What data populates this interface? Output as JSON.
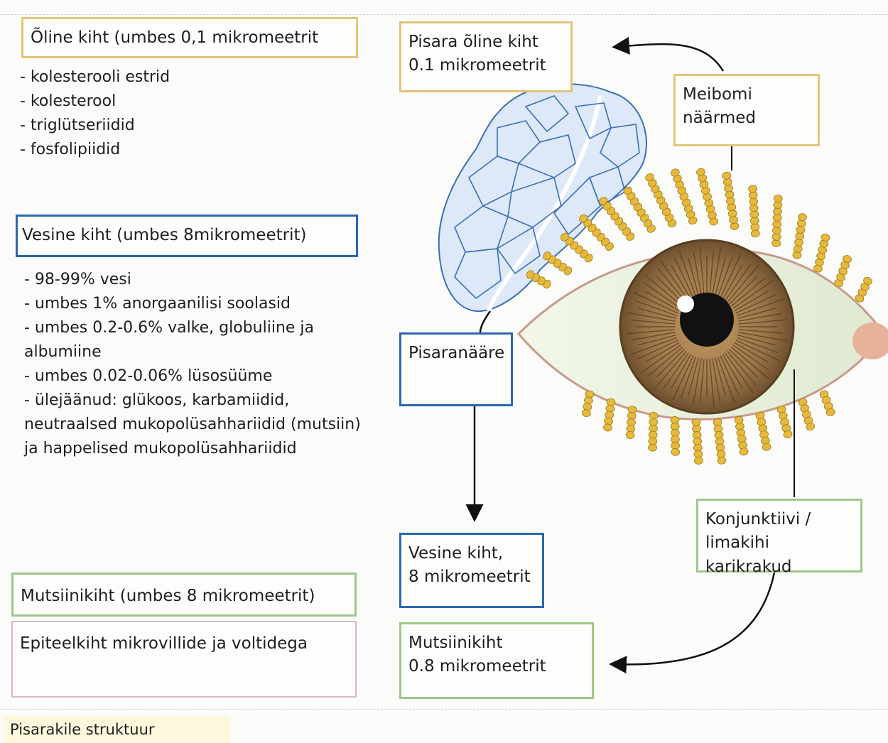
{
  "left": {
    "lipid_heading": "Õline kiht (umbes 0,1 mikromeetrit",
    "lipid_items": [
      "- kolesterooli estrid",
      "- kolesterool",
      "- triglütseriidid",
      "- fosfolipiidid"
    ],
    "aqueous_heading": "Vesine kiht (umbes 8mikromeetrit)",
    "aqueous_items": [
      "- 98-99% vesi",
      "- umbes 1% anorgaanilisi soolasid",
      "- umbes 0.2-0.6% valke, globuliine ja",
      "albumiine",
      "- umbes 0.02-0.06% lüsosüüme",
      "- ülejäänud: glükoos, karbamiidid,",
      "neutraalsed mukopolüsahhariidid (mutsiin)",
      "ja happelised mukopolüsahhariidid"
    ],
    "mucin_heading": "Mutsiinikiht (umbes 8  mikromeetrit)",
    "epithelium_heading": "Epiteelkiht mikrovillide ja voltidega"
  },
  "diagram": {
    "tear_lipid_label": [
      "Pisara õline kiht",
      "0.1 mikromeetrit"
    ],
    "meibomian_label": [
      "Meibomi",
      "näärmed"
    ],
    "lacrimal_label": "Pisaranääre",
    "aqueous_label": [
      "Vesine kiht,",
      "8 mikromeetrit"
    ],
    "mucin_label": [
      "Mutsiinikiht",
      "0.8 mikromeetrit"
    ],
    "conjunctiva_label": [
      "Konjunktiivi /",
      "limakihi karikrakud"
    ]
  },
  "caption": "Pisarakile struktuur",
  "colors": {
    "lipid_border": "#e2c57a",
    "aqueous_border": "#2b67b0",
    "mucin_border": "#9ec88a",
    "epithelium_border": "#d9b8c4",
    "iris": "#9a7448",
    "eyelash": "#e6b93a",
    "gland_fill": "#dde9f8",
    "gland_stroke": "#3c6fb6"
  }
}
